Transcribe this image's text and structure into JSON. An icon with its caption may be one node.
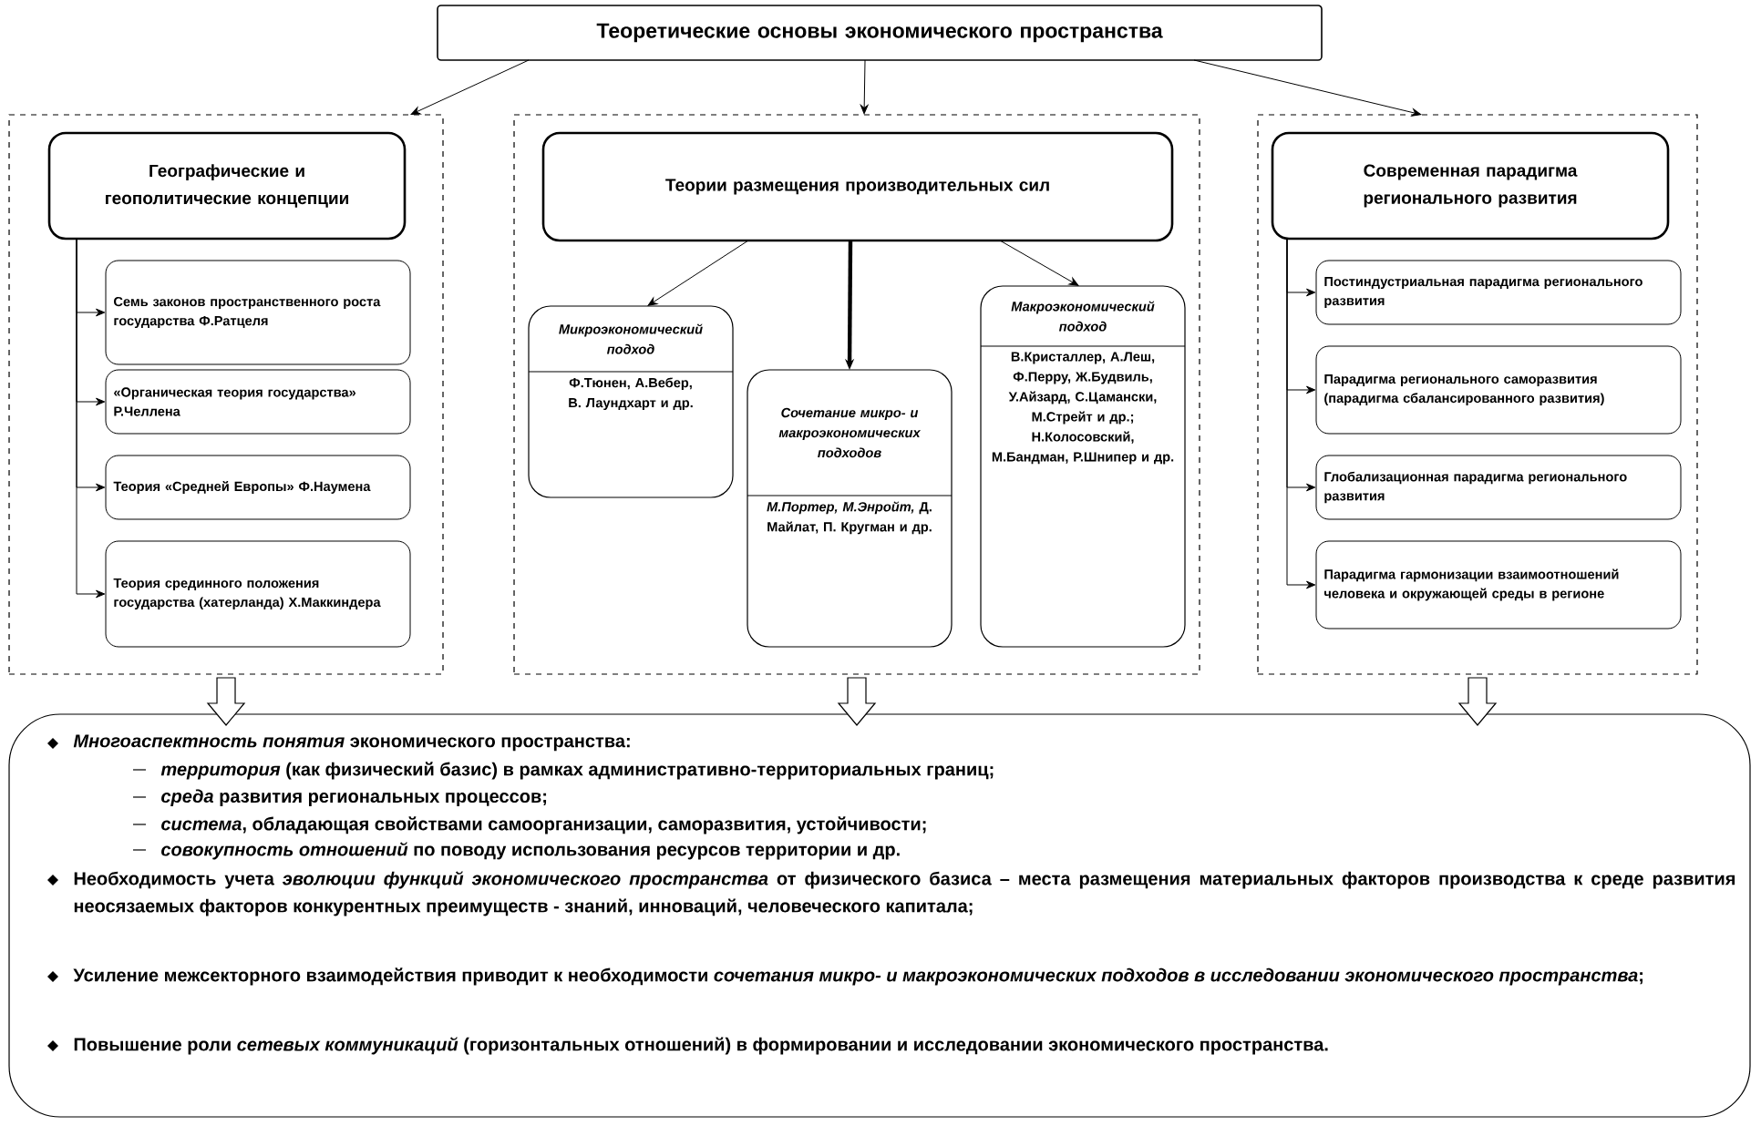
{
  "diagram": {
    "nodes": [
      {
        "text": [
          "Теоретические основы экономического пространства"
        ]
      },
      {
        "text": [],
        "shape": "box"
      },
      {
        "text": [
          "Географические и геополитические концепции"
        ],
        "in": 1
      },
      {
        "text": [
          "Семь законов пространственного роста государства Ф.Ратцеля"
        ],
        "in": 1
      },
      {
        "text": [
          "«Органическая теория государства» Р.Челлена"
        ],
        "in": 1
      },
      {
        "text": [
          "Теория «Средней Европы» Ф.Наумена"
        ],
        "in": 1
      },
      {
        "text": [
          "Теория срединного положения государства (хатерланда) Х.Маккиндера"
        ],
        "in": 1
      },
      {
        "text": [],
        "shape": "box"
      },
      {
        "text": [
          "Теории размещения производительных сил"
        ],
        "in": 7
      },
      {
        "text": [
          "Микроэкономический подход",
          "Ф.Тюнен, А.Вебер, В. Лаундхарт и др."
        ],
        "in": 7
      },
      {
        "text": [
          "Сочетание микро- и макроэкономических подходов",
          "*М.Портер, М.Энройт,* Д. Майлат, П. Кругман и др."
        ],
        "in": 7
      },
      {
        "text": [
          "Макроэкономический подход",
          "В.Кристаллер, А.Леш, Ф.Перру, Ж.Будвиль, У.Айзард, С.Цамански, М.Стрейт и др.; Н.Колосовский, М.Бандман, Р.Шнипер и др."
        ],
        "in": 7
      },
      {
        "text": [],
        "shape": "box"
      },
      {
        "text": [
          "Современная парадигма регионального развития"
        ],
        "in": 12
      },
      {
        "text": [
          "Постиндустриальная парадигма регионального развития"
        ],
        "in": 12
      },
      {
        "text": [
          "Парадигма регионального саморазвития (парадигма сбалансированного развития)"
        ],
        "in": 12
      },
      {
        "text": [
          "Глобализационная парадигма регионального развития"
        ],
        "in": 12
      },
      {
        "text": [
          "Парадигма гармонизации взаимоотношений человека и окружающей среды в регионе"
        ],
        "in": 12
      },
      {
        "text": [
          "*Многоаспектность понятия* экономического пространства:",
          "*территория* (как физический базис) в рамках административно-территориальных границ;",
          "*среда* развития региональных процессов;",
          "*система*, обладающая свойствами самоорганизации, саморазвития, устойчивости;",
          "*совокупность отношений* по поводу использования ресурсов территории и др.",
          "Необходимость учета *эволюции функций экономического пространства* от физического базиса – места размещения материальных факторов производства к среде развития неосязаемых факторов конкурентных преимуществ - знаний, инноваций, человеческого капитала;",
          "Усиление межсекторного взаимодействия приводит к необходимости *сочетания микро- и макроэкономических подходов в исследовании экономического пространства*;",
          "Повышение роли *сетевых коммуникаций* (горизонтальных отношений) в формировании и исследовании экономического пространства."
        ]
      }
    ],
    "edges": [
      {
        "from": 0,
        "to": 1,
        "arrow": "to"
      },
      {
        "from": 0,
        "to": 7,
        "arrow": "to"
      },
      {
        "from": 0,
        "to": 12,
        "arrow": "to"
      },
      {
        "from": 2,
        "to": 3,
        "arrow": "to"
      },
      {
        "from": 2,
        "to": 4,
        "arrow": "to"
      },
      {
        "from": 2,
        "to": 5,
        "arrow": "to"
      },
      {
        "from": 2,
        "to": 6,
        "arrow": "to"
      },
      {
        "from": 8,
        "to": 9,
        "arrow": "to"
      },
      {
        "from": 8,
        "to": 10,
        "arrow": "to",
        "style": "thick"
      },
      {
        "from": 8,
        "to": 11,
        "arrow": "to"
      },
      {
        "from": 13,
        "to": 14,
        "arrow": "to"
      },
      {
        "from": 13,
        "to": 15,
        "arrow": "to"
      },
      {
        "from": 13,
        "to": 16,
        "arrow": "to"
      },
      {
        "from": 13,
        "to": 17,
        "arrow": "to"
      },
      {
        "from": 1,
        "to": 18,
        "arrow": "to"
      },
      {
        "from": 7,
        "to": 18,
        "arrow": "to"
      },
      {
        "from": 12,
        "to": 18,
        "arrow": "to"
      }
    ]
  }
}
